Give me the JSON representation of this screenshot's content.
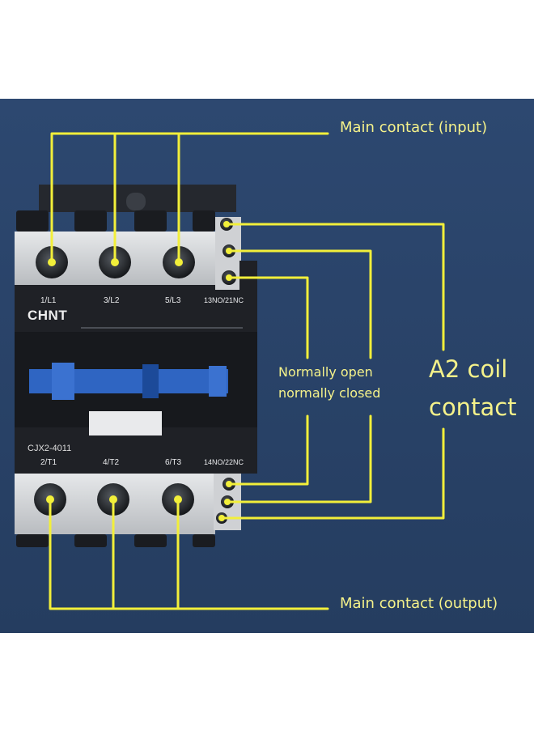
{
  "callouts": {
    "main_input": "Main contact (input)",
    "main_output": "Main contact (output)",
    "normally_open": "Normally open",
    "normally_closed": "normally closed",
    "a2_line1": "A2 coil",
    "a2_line2": "contact"
  },
  "device": {
    "brand": "CHNT",
    "model": "CJX2-4011",
    "top_terminals": [
      "1/L1",
      "3/L2",
      "5/L3",
      "13NO/21NC"
    ],
    "bottom_terminals": [
      "2/T1",
      "4/T2",
      "6/T3",
      "14NO/22NC"
    ]
  },
  "colors": {
    "background": "#2a4467",
    "callout_line": "#f2ef3a",
    "callout_text": "#f5f28a",
    "housing_dark": "#1d1f24",
    "terminal_cover": "#d4d6d8",
    "actuator_blue": "#2f65c2"
  }
}
